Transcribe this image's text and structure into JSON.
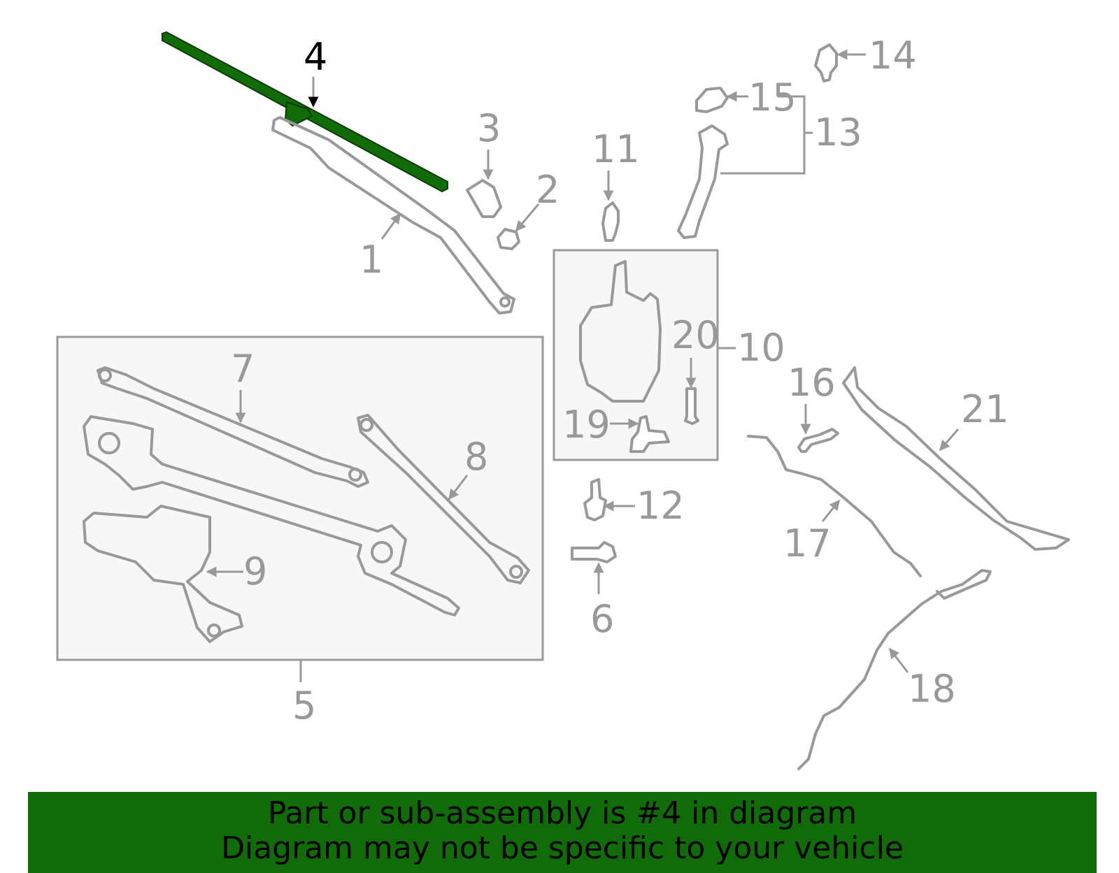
{
  "callouts": {
    "p1": "1",
    "p2": "2",
    "p3": "3",
    "p4": "4",
    "p5": "5",
    "p6": "6",
    "p7": "7",
    "p8": "8",
    "p9": "9",
    "p10": "10",
    "p11": "11",
    "p12": "12",
    "p13": "13",
    "p14": "14",
    "p15": "15",
    "p16": "16",
    "p17": "17",
    "p18": "18",
    "p19": "19",
    "p20": "20",
    "p21": "21"
  },
  "highlighted_part": "4",
  "colors": {
    "highlight": "#126b09",
    "line": "#999999",
    "banner_text": "#000000"
  },
  "banner": {
    "line1": "Part or sub-assembly is #4 in diagram",
    "line2": "Diagram may not be specific to your vehicle"
  }
}
